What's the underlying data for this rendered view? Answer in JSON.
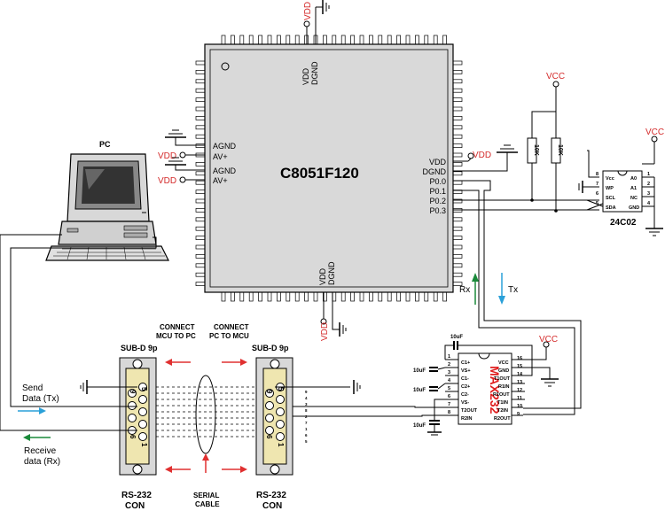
{
  "chip": {
    "name": "C8051F120",
    "left_pins": [
      "AGND",
      "AV+",
      "AGND",
      "AV+"
    ],
    "right_pins": [
      "VDD",
      "DGND",
      "P0.0",
      "P0.1",
      "P0.2",
      "P0.3"
    ],
    "top_pins": [
      "VDD",
      "DGND"
    ],
    "bottom_pins": [
      "VDD",
      "DGND"
    ]
  },
  "power": {
    "vdd": "VDD",
    "vcc": "VCC"
  },
  "pc_label": "PC",
  "signals": {
    "rx": "Rx",
    "tx": "Tx"
  },
  "resistors": [
    "10K",
    "10K"
  ],
  "eeprom": {
    "name": "24C02",
    "left_pins": [
      {
        "num": "8",
        "name": "Vcc"
      },
      {
        "num": "7",
        "name": "WP"
      },
      {
        "num": "6",
        "name": "SCL"
      },
      {
        "num": "5",
        "name": "SDA"
      }
    ],
    "right_pins": [
      {
        "num": "1",
        "name": "A0"
      },
      {
        "num": "2",
        "name": "A1"
      },
      {
        "num": "3",
        "name": "NC"
      },
      {
        "num": "4",
        "name": "GND"
      }
    ]
  },
  "max232": {
    "name": "MAX232",
    "left_pins": [
      {
        "num": "1",
        "name": "C1+"
      },
      {
        "num": "2",
        "name": "VS+"
      },
      {
        "num": "3",
        "name": "C1-"
      },
      {
        "num": "4",
        "name": "C2+"
      },
      {
        "num": "5",
        "name": "C2-"
      },
      {
        "num": "6",
        "name": "VS-"
      },
      {
        "num": "7",
        "name": "T2OUT"
      },
      {
        "num": "8",
        "name": "R2IN"
      }
    ],
    "right_pins": [
      {
        "num": "16",
        "name": "VCC"
      },
      {
        "num": "15",
        "name": "GND"
      },
      {
        "num": "14",
        "name": "T1OUT"
      },
      {
        "num": "13",
        "name": "R1IN"
      },
      {
        "num": "12",
        "name": "R1OUT"
      },
      {
        "num": "11",
        "name": "T1IN"
      },
      {
        "num": "10",
        "name": "T2IN"
      },
      {
        "num": "9",
        "name": "R2OUT"
      }
    ]
  },
  "capacitors": [
    "10uF",
    "10uF",
    "10uF",
    "10uF"
  ],
  "connectors": {
    "left_title": "SUB-D 9p",
    "right_title": "SUB-D 9p",
    "left_caption": [
      "RS-232",
      "CON"
    ],
    "right_caption": [
      "RS-232",
      "CON"
    ],
    "pin_5": "5",
    "pin_9": "9",
    "pin_6": "6",
    "pin_1": "1",
    "right_side_nums": [
      "9",
      "4",
      "3",
      "8",
      "2",
      "7",
      "1",
      "6",
      "5"
    ]
  },
  "connect_labels": {
    "mcu_to_pc": [
      "CONNECT",
      "MCU TO PC"
    ],
    "pc_to_mcu": [
      "CONNECT",
      "PC TO MCU"
    ]
  },
  "serial_cable": [
    "SERIAL",
    "CABLE"
  ],
  "send": [
    "Send",
    "Data (Tx)"
  ],
  "receive": [
    "Receive",
    "data (Rx)"
  ],
  "colors": {
    "label_red": "#d42b2b",
    "arrow_red": "#e03030",
    "arrow_green": "#1a8a3a",
    "arrow_blue": "#2aa0d8",
    "connector_fill": "#efe6b0",
    "chip_fill": "#d9d9d9",
    "max_text": "#e02020"
  }
}
